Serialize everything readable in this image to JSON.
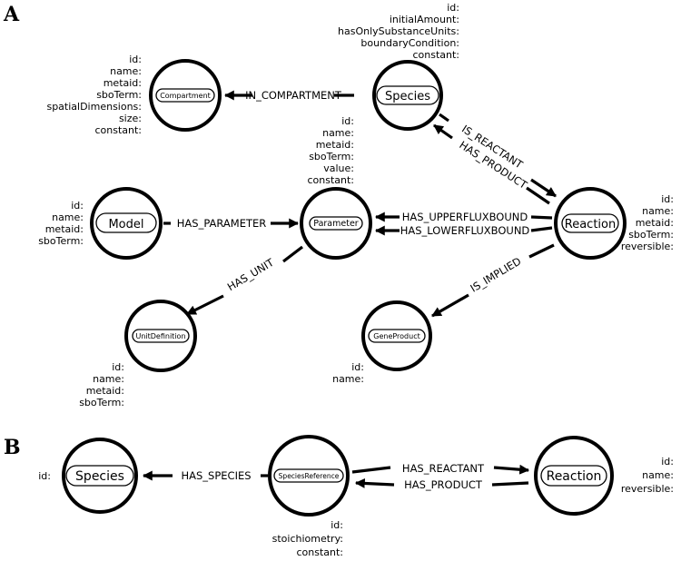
{
  "panels": {
    "a": "A",
    "b": "B"
  },
  "nodes": {
    "compartment": "Compartment",
    "species_a": "Species",
    "model": "Model",
    "parameter": "Parameter",
    "reaction_a": "Reaction",
    "unit_definition": "UnitDefinition",
    "gene_product": "GeneProduct",
    "species_b": "Species",
    "species_reference": "SpeciesReference",
    "reaction_b": "Reaction"
  },
  "edges": {
    "in_compartment": "IN_COMPARTMENT",
    "is_reactant": "IS_REACTANT",
    "has_product_a": "HAS_PRODUCT",
    "has_parameter": "HAS_PARAMETER",
    "has_upperfluxbound": "HAS_UPPERFLUXBOUND",
    "has_lowerfluxbound": "HAS_LOWERFLUXBOUND",
    "has_unit": "HAS_UNIT",
    "is_implied": "IS_IMPLIED",
    "has_species": "HAS_SPECIES",
    "has_reactant": "HAS_REACTANT",
    "has_product_b": "HAS_PRODUCT"
  },
  "properties": {
    "species_a": [
      "id:",
      "initialAmount:",
      "hasOnlySubstanceUnits:",
      "boundaryCondition:",
      "constant:"
    ],
    "compartment": [
      "id:",
      "name:",
      "metaid:",
      "sboTerm:",
      "spatialDimensions:",
      "size:",
      "constant:"
    ],
    "parameter": [
      "id:",
      "name:",
      "metaid:",
      "sboTerm:",
      "value:",
      "constant:"
    ],
    "model": [
      "id:",
      "name:",
      "metaid:",
      "sboTerm:"
    ],
    "reaction_a": [
      "id:",
      "name:",
      "metaid:",
      "sboTerm:",
      "reversible:"
    ],
    "unit_definition": [
      "id:",
      "name:",
      "metaid:",
      "sboTerm:"
    ],
    "gene_product": [
      "id:",
      "name:"
    ],
    "species_b": [
      "id:"
    ],
    "species_reference": [
      "id:",
      "stoichiometry:",
      "constant:"
    ],
    "reaction_b": [
      "id:",
      "name:",
      "reversible:"
    ]
  },
  "colors": {
    "stroke": "#000000",
    "background": "#ffffff"
  }
}
